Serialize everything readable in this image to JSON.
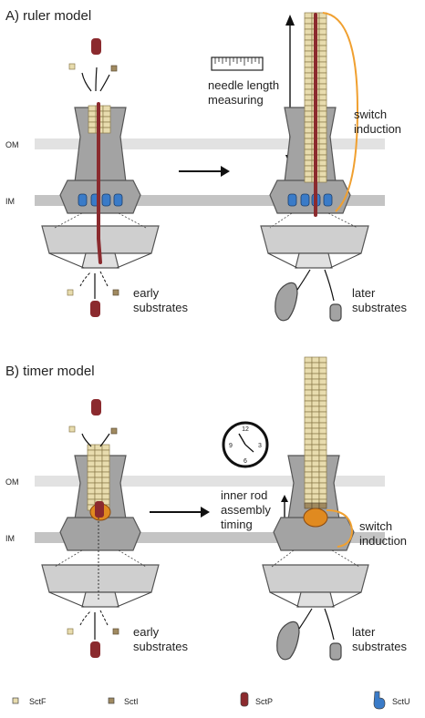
{
  "panel_a": {
    "title": "A) ruler model",
    "membranes": {
      "outer": "OM",
      "inner": "IM"
    },
    "ruler_caption": [
      "needle length",
      "measuring"
    ],
    "switch_caption": [
      "switch",
      "induction"
    ],
    "substrates_left": [
      "early",
      "substrates"
    ],
    "substrates_right": [
      "later",
      "substrates"
    ]
  },
  "panel_b": {
    "title": "B) timer model",
    "membranes": {
      "outer": "OM",
      "inner": "IM"
    },
    "timing_caption": [
      "inner rod",
      "assembly",
      "timing"
    ],
    "switch_caption": [
      "switch",
      "induction"
    ],
    "substrates_left": [
      "early",
      "substrates"
    ],
    "substrates_right": [
      "later",
      "substrates"
    ],
    "clock_numerals": [
      "12",
      "3",
      "6",
      "9"
    ]
  },
  "legend": [
    {
      "label": "SctF",
      "color": "#e8dcae",
      "icon": "sctf-subunit-icon"
    },
    {
      "label": "SctI",
      "color": "#a08a60",
      "icon": "scti-subunit-icon"
    },
    {
      "label": "SctP",
      "color": "#8b2a2e",
      "icon": "sctp-ruler-icon"
    },
    {
      "label": "SctU",
      "color": "#3a7bc8",
      "icon": "sctu-switch-icon"
    }
  ],
  "colors": {
    "needle": "#e8dcae",
    "needle_stroke": "#8a7a4a",
    "inner_rod": "#a08a60",
    "ruler": "#8b2a2e",
    "switch_protein": "#3a7bc8",
    "switch_line": "#f0a030",
    "timer_ring": "#e08a20",
    "basal_body": "#a3a3a3",
    "basal_body_light": "#cfcfcf",
    "membrane": "#e2e2e2",
    "inner_membrane": "#c4c4c4"
  }
}
